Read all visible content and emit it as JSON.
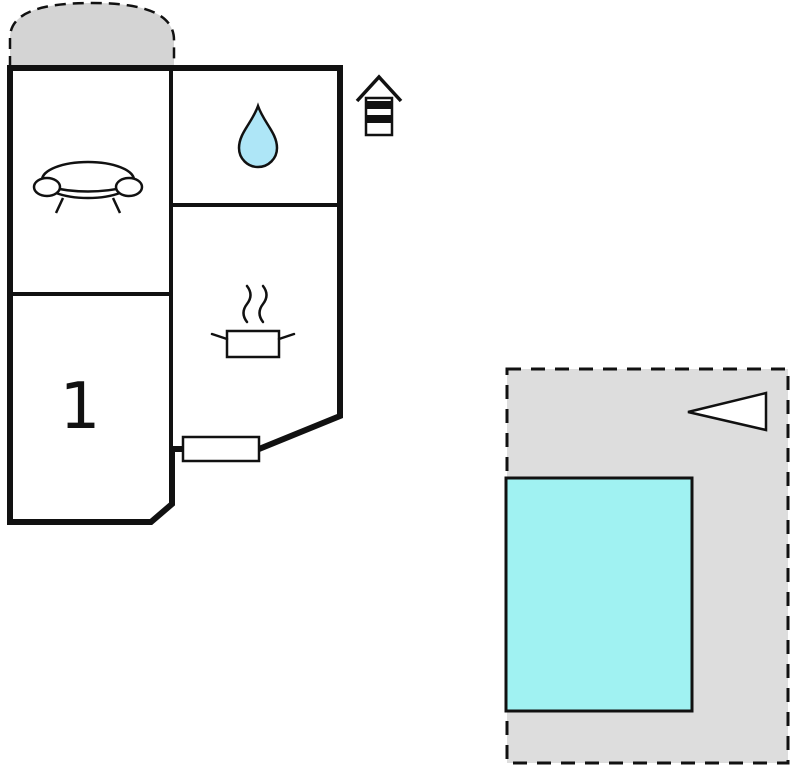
{
  "floorplan": {
    "rooms": {
      "bedroom": {
        "label": "1"
      },
      "livingroom": {
        "icon": "sofa-icon"
      },
      "bathroom": {
        "icon": "water-drop-icon"
      },
      "kitchen": {
        "icon": "cooking-pot-icon"
      }
    },
    "outdoor": {
      "entrance_arch": {
        "icon": "arch-icon"
      },
      "well": {
        "icon": "well-icon"
      },
      "terrace": {
        "icon": "terrace-area"
      },
      "pool": {
        "icon": "pool-area"
      },
      "direction_arrow": {
        "icon": "left-arrow-icon"
      }
    },
    "colors": {
      "wall": "#111111",
      "arch_fill": "#d4d4d4",
      "terrace_fill": "#dddddd",
      "pool_fill": "#a0f2f2",
      "drop_fill": "#aee6f7",
      "white": "#ffffff"
    }
  }
}
